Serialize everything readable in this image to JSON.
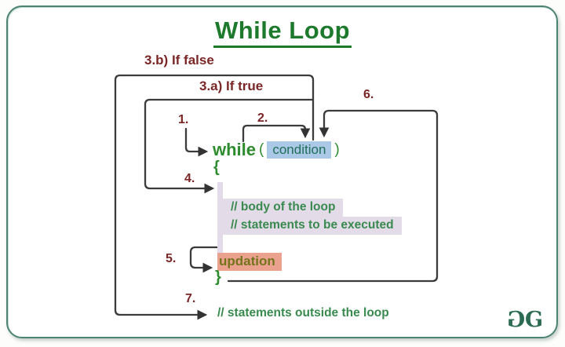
{
  "title": "While Loop",
  "labels": {
    "step1": "1.",
    "step2": "2.",
    "step3a": "3.a) If true",
    "step3b": "3.b) If false",
    "step4": "4.",
    "step5": "5.",
    "step6": "6.",
    "step7": "7."
  },
  "code": {
    "while_keyword": "while",
    "paren_open": "(",
    "condition": "condition",
    "paren_close": ")",
    "brace_open": "{",
    "body_comment_1": "// body of the loop",
    "body_comment_2": "// statements to be executed",
    "updation": "updation",
    "brace_close": "}",
    "outside_comment": "// statements outside the loop"
  },
  "logo": {
    "letter_left": "G",
    "letter_right": "G"
  },
  "colors": {
    "title_green": "#1d7a2c",
    "code_green": "#2e8b2e",
    "comment_green": "#398a4f",
    "label_red": "#7b2626",
    "condition_bg": "#abc9e6",
    "condition_text": "#1f6e5a",
    "body_highlight_bg": "#e4dbe9",
    "updation_bg": "#eaa28e",
    "updation_text": "#74741c",
    "frame_border": "#4d8373",
    "line_gray": "#3b3b3b"
  }
}
